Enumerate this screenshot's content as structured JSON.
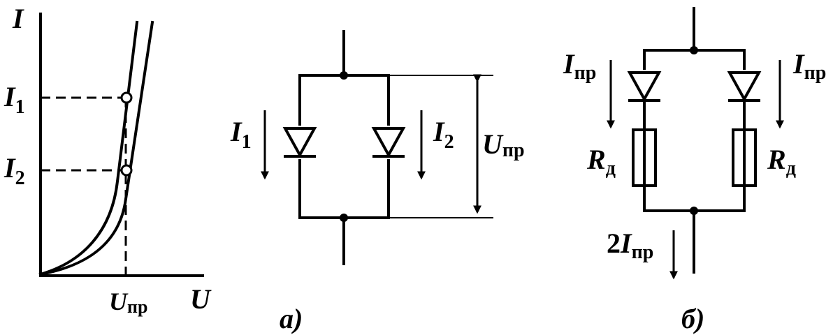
{
  "graph": {
    "y_axis_label": "I",
    "x_axis_label": "U",
    "i1_label": "I",
    "i1_sub": "1",
    "i2_label": "I",
    "i2_sub": "2",
    "u_tick_label": "U",
    "u_tick_sub": "пр"
  },
  "circuit_a": {
    "caption": "а)",
    "i1_label": "I",
    "i1_sub": "1",
    "i2_label": "I",
    "i2_sub": "2",
    "voltage_label": "U",
    "voltage_sub": "пр"
  },
  "circuit_b": {
    "caption": "б)",
    "left_current_label": "I",
    "left_current_sub": "пр",
    "right_current_label": "I",
    "right_current_sub": "пр",
    "left_resistor_label": "R",
    "left_resistor_sub": "д",
    "right_resistor_label": "R",
    "right_resistor_sub": "д",
    "total_current_prefix": "2",
    "total_current_label": "I",
    "total_current_sub": "пр"
  }
}
